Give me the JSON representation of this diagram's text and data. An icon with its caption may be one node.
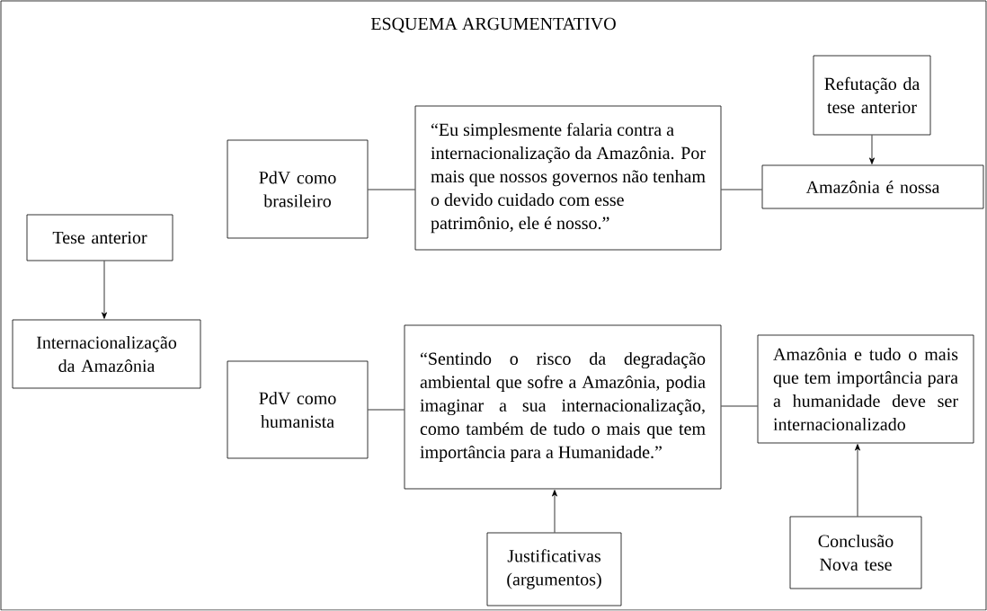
{
  "diagram": {
    "title": "ESQUEMA ARGUMENTATIVO",
    "nodes": [
      {
        "text": [
          "Tese anterior"
        ]
      },
      {
        "text": [
          "Internacionalização da Amazônia"
        ]
      },
      {
        "text": [
          "PdV como brasileiro"
        ]
      },
      {
        "text": [
          "“Eu simplesmente falaria contra a internacionalização da Amazônia. Por mais que nossos governos não tenham o devido cuidado com esse patrimônio, ele é nosso.”"
        ]
      },
      {
        "text": [
          "Refutação da tese anterior"
        ]
      },
      {
        "text": [
          "Amazônia é nossa"
        ]
      },
      {
        "text": [
          "PdV como humanista"
        ]
      },
      {
        "text": [
          "“Sentindo o risco da degradação ambiental que sofre a Amazônia, podia imaginar a sua internacionalização, como também de tudo o mais que tem importância para a Humanidade.”"
        ]
      },
      {
        "text": [
          "Amazônia e tudo o mais que tem importância para a humanidade deve ser internacionalizado"
        ]
      },
      {
        "text": [
          "Justificativas (argumentos)"
        ]
      },
      {
        "text": [
          "Conclusão Nova tese"
        ]
      }
    ],
    "edges": [
      {
        "from": 0,
        "to": 1,
        "arrow": "to"
      },
      {
        "from": 2,
        "to": 3,
        "arrow": "none"
      },
      {
        "from": 3,
        "to": 5,
        "arrow": "none"
      },
      {
        "from": 4,
        "to": 5,
        "arrow": "to"
      },
      {
        "from": 6,
        "to": 7,
        "arrow": "none"
      },
      {
        "from": 7,
        "to": 8,
        "arrow": "none"
      },
      {
        "from": 9,
        "to": 7,
        "arrow": "to"
      },
      {
        "from": 10,
        "to": 8,
        "arrow": "to"
      }
    ]
  }
}
